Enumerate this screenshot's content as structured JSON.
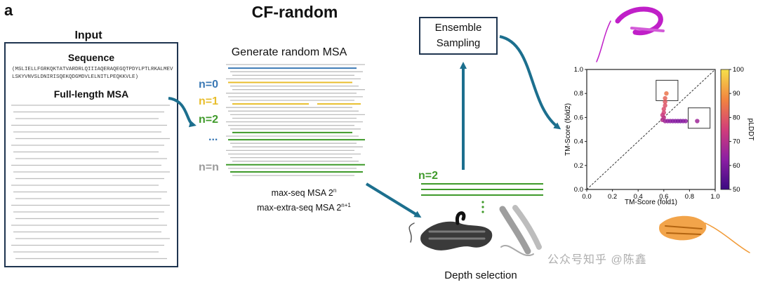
{
  "panel_letter": "a",
  "title": "CF-random",
  "input": {
    "label": "Input",
    "sequence_label": "Sequence",
    "sequence": "(MSLIELLFGRKQKTATVARDRLQIIIAQERAQEGQTPDYLPTLRKALMEVLSKYVNVSLDNIRISQEKQDGMDVLELNITLPEQKKVLE)",
    "msa_label": "Full-length MSA"
  },
  "generate": {
    "title": "Generate random MSA",
    "labels": [
      {
        "text": "n=0",
        "color": "#3b79b5"
      },
      {
        "text": "n=1",
        "color": "#e8be2c"
      },
      {
        "text": "n=2",
        "color": "#3f9a2a"
      },
      {
        "text": "...",
        "color": "#3b79b5"
      },
      {
        "text": "n=n",
        "color": "#9a9a9a"
      }
    ],
    "max_seq_prefix": "max-seq MSA 2",
    "max_seq_sup": "n",
    "max_extra_prefix": "max-extra-seq MSA 2",
    "max_extra_sup": "n+1"
  },
  "ensemble": {
    "line1": "Ensemble",
    "line2": "Sampling"
  },
  "depth": {
    "n_label": "n=2",
    "dots": ":",
    "label": "Depth selection"
  },
  "watermark": "公众号知乎 @陈鑫",
  "colors": {
    "arrow": "#1c6f8e",
    "box_border": "#1f3550",
    "msa_gray": "#bdbdbd"
  },
  "chart_data": {
    "type": "scatter",
    "xlabel": "TM-Score (fold1)",
    "ylabel": "TM-Score (fold2)",
    "xlim": [
      0.0,
      1.0
    ],
    "ylim": [
      0.0,
      1.0
    ],
    "xticks": [
      "0.0",
      "0.2",
      "0.4",
      "0.6",
      "0.8",
      "1.0"
    ],
    "yticks": [
      "0.0",
      "0.2",
      "0.4",
      "0.6",
      "0.8",
      "1.0"
    ],
    "colorbar": {
      "label": "pLDDT",
      "min": 50,
      "max": 100,
      "ticks": [
        "50",
        "60",
        "70",
        "80",
        "90",
        "100"
      ]
    },
    "diagonal": true,
    "highlight_boxes": [
      {
        "x": [
          0.54,
          0.71
        ],
        "y": [
          0.74,
          0.91
        ]
      },
      {
        "x": [
          0.79,
          0.96
        ],
        "y": [
          0.51,
          0.68
        ]
      }
    ],
    "points": [
      {
        "x": 0.62,
        "y": 0.8,
        "plddt": 85
      },
      {
        "x": 0.61,
        "y": 0.76,
        "plddt": 82
      },
      {
        "x": 0.61,
        "y": 0.73,
        "plddt": 80
      },
      {
        "x": 0.61,
        "y": 0.7,
        "plddt": 79
      },
      {
        "x": 0.6,
        "y": 0.67,
        "plddt": 78
      },
      {
        "x": 0.6,
        "y": 0.64,
        "plddt": 76
      },
      {
        "x": 0.59,
        "y": 0.62,
        "plddt": 74
      },
      {
        "x": 0.6,
        "y": 0.6,
        "plddt": 72
      },
      {
        "x": 0.59,
        "y": 0.58,
        "plddt": 70
      },
      {
        "x": 0.61,
        "y": 0.57,
        "plddt": 66
      },
      {
        "x": 0.63,
        "y": 0.57,
        "plddt": 64
      },
      {
        "x": 0.65,
        "y": 0.57,
        "plddt": 63
      },
      {
        "x": 0.67,
        "y": 0.57,
        "plddt": 62
      },
      {
        "x": 0.69,
        "y": 0.57,
        "plddt": 62
      },
      {
        "x": 0.71,
        "y": 0.57,
        "plddt": 61
      },
      {
        "x": 0.73,
        "y": 0.57,
        "plddt": 61
      },
      {
        "x": 0.75,
        "y": 0.57,
        "plddt": 62
      },
      {
        "x": 0.77,
        "y": 0.57,
        "plddt": 63
      },
      {
        "x": 0.86,
        "y": 0.57,
        "plddt": 66
      }
    ]
  }
}
